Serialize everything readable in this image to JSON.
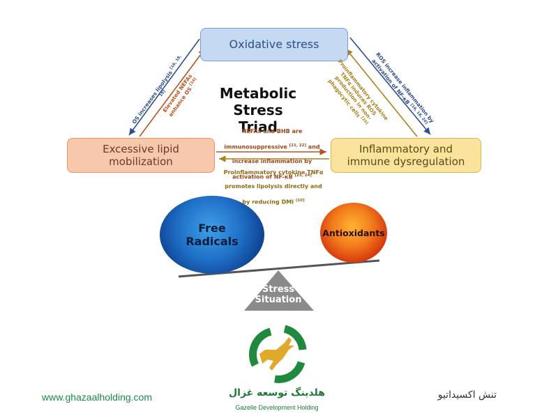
{
  "diagram": {
    "title": "Metabolic Stress\nTriad",
    "nodes": {
      "top": "Oxidative stress",
      "left": "Excessive lipid\nmobilization",
      "right": "Inflammatory and\nimmune dysregulation"
    },
    "edges": {
      "left_outer": "OS increases lipolysis",
      "left_outer_cite": "[16, 18, 19]",
      "left_inner": "Elevated NEFAs\nenhance OS",
      "left_inner_cite": "[14]",
      "right_outer": "ROS increase inflammation by\nactivation of NF-κB",
      "right_outer_cite": "[16, 18, 20]",
      "right_inner": "Proinflammatory cytokine\nTNFα induces ROS\nproduction in non-\nphagocytic cells",
      "right_inner_cite": "[20]",
      "bottom_top_1": "NEFAs and BHB are",
      "bottom_top_2": "immunosuppressive",
      "bottom_top_2_cite": "[21, 22]",
      "bottom_top_2b": "and",
      "bottom_top_3": "increase inflammation by",
      "bottom_top_4": "activation of NF-κB",
      "bottom_top_4_cite": "[23, 24]",
      "bottom_bottom_1": "Proinflammatory cytokine TNFα",
      "bottom_bottom_2": "promotes lipolysis directly and",
      "bottom_bottom_3": "by reducing DMI",
      "bottom_bottom_3_cite": "[10]"
    },
    "balance": {
      "left": "Free\nRadicals",
      "right": "Antioxidants",
      "fulcrum": "Stress\nSituation"
    },
    "colors": {
      "blue_arrow": "#2d4f8f",
      "orange_arrow": "#b5541f",
      "gold_arrow": "#a8831c"
    }
  },
  "footer": {
    "website": "www.ghazaalholding.com",
    "persian_label": "تنش اکسیداتیو",
    "brand_fa": "هلدینگ توسعه غزال",
    "brand_en": "Gazelle Development Holding",
    "logo_icon": "gazelle-logo-icon"
  }
}
